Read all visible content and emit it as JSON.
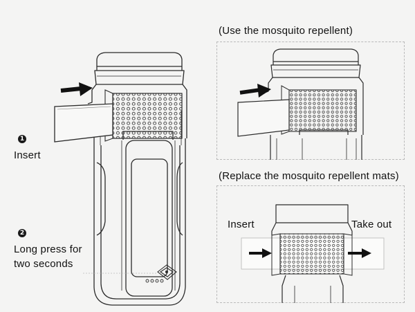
{
  "steps": [
    {
      "number": "1",
      "label": "Insert"
    },
    {
      "number": "2",
      "line1": "Long press for",
      "line2": "two seconds"
    }
  ],
  "panel_use": {
    "caption": "(Use the mosquito repellent)"
  },
  "panel_replace": {
    "caption": "(Replace the mosquito repellent mats)",
    "insert_label": "Insert",
    "takeout_label": "Take out"
  }
}
